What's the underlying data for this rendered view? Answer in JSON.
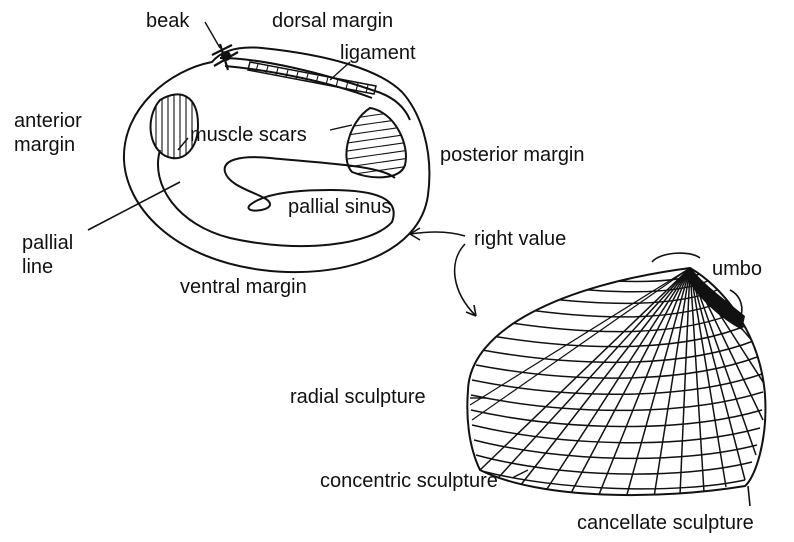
{
  "diagram": {
    "interior_view": {
      "labels": {
        "beak": "beak",
        "dorsal_margin": "dorsal margin",
        "ligament": "ligament",
        "anterior_margin_1": "anterior",
        "anterior_margin_2": "margin",
        "muscle_scars": "muscle scars",
        "posterior_margin": "posterior margin",
        "pallial_sinus": "pallial sinus",
        "pallial_line_1": "pallial",
        "pallial_line_2": "line",
        "ventral_margin": "ventral margin"
      }
    },
    "right_value": "right value",
    "exterior_view": {
      "labels": {
        "umbo": "umbo",
        "radial_sculpture": "radial sculpture",
        "concentric_sculpture": "concentric sculpture",
        "cancellate_sculpture": "cancellate sculpture"
      }
    },
    "colors": {
      "ink": "#111111",
      "background": "#ffffff"
    }
  }
}
